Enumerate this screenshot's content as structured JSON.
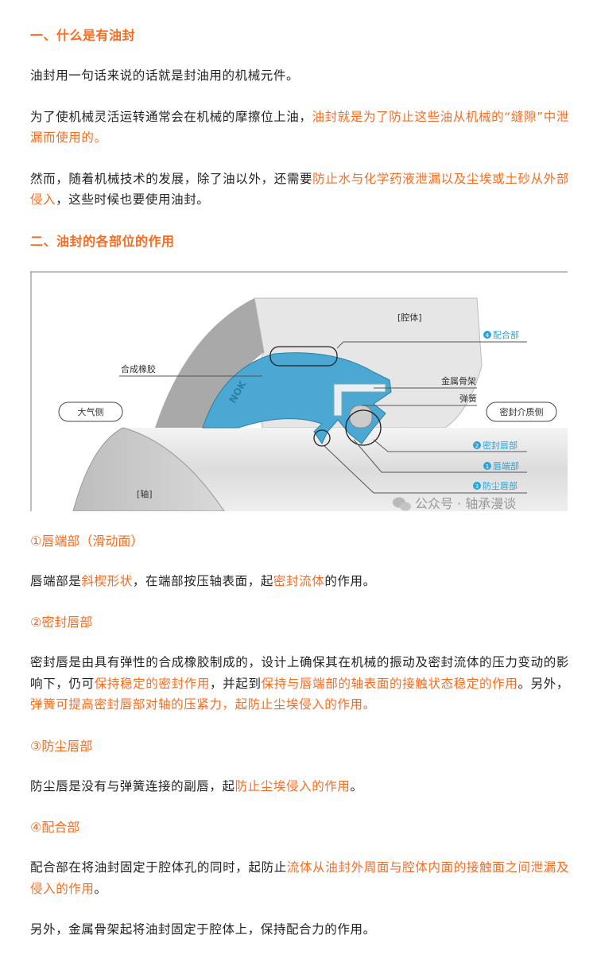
{
  "section1": {
    "heading": "一、什么是有油封",
    "paragraphs": [
      [
        {
          "t": "油封用一句话来说的话就是封油用的机械元件。",
          "hl": false
        }
      ],
      [
        {
          "t": "为了使机械灵活运转通常会在机械的摩擦位上油，",
          "hl": false
        },
        {
          "t": "油封就是为了防止这些油从机械的“缝隙”中泄漏而使用的。",
          "hl": true
        }
      ],
      [
        {
          "t": "然而，随着机械技术的发展，除了油以外，还需要",
          "hl": false
        },
        {
          "t": "防止水与化学药液泄漏以及尘埃或土砂从外部侵入",
          "hl": true
        },
        {
          "t": "，这些时候也要使用油封。",
          "hl": false
        }
      ]
    ]
  },
  "section2": {
    "heading": "二、油封的各部位的作用",
    "diagram": {
      "housing": "[腔体]",
      "shaft": "[轴]",
      "atmosphere_side": "大气侧",
      "medium_side": "密封介质侧",
      "rubber": "合成橡胶",
      "metal_case": "金属骨架",
      "spring": "弹簧",
      "brand_mark": "NOK",
      "parts": [
        {
          "num": "4",
          "label": "配合部"
        },
        {
          "num": "2",
          "label": "密封唇部"
        },
        {
          "num": "1",
          "label": "唇端部"
        },
        {
          "num": "3",
          "label": "防尘唇部"
        }
      ],
      "watermark": "公众号 · 轴承漫谈",
      "colors": {
        "seal": "#4aa8d2",
        "accent": "#2ba4d9"
      }
    },
    "items": [
      {
        "title": "①唇端部（滑动面）",
        "paragraphs": [
          [
            {
              "t": "唇端部是",
              "hl": false
            },
            {
              "t": "斜楔形状",
              "hl": true
            },
            {
              "t": "，在端部按压轴表面，起",
              "hl": false
            },
            {
              "t": "密封流体",
              "hl": true
            },
            {
              "t": "的作用。",
              "hl": false
            }
          ]
        ]
      },
      {
        "title": "②密封唇部",
        "paragraphs": [
          [
            {
              "t": "密封唇是由具有弹性的合成橡胶制成的，设计上确保其在机械的振动及密封流体的压力变动的影响下，仍可",
              "hl": false
            },
            {
              "t": "保持稳定的密封作用",
              "hl": true
            },
            {
              "t": "，并起到",
              "hl": false
            },
            {
              "t": "保持与唇端部的轴表面的接触状态稳定的作用",
              "hl": true
            },
            {
              "t": "。另外，",
              "hl": false
            },
            {
              "t": "弹簧可提高密封唇部对轴的压紧力，起防止尘埃侵入的作用。",
              "hl": true
            }
          ]
        ]
      },
      {
        "title": "③防尘唇部",
        "paragraphs": [
          [
            {
              "t": "防尘唇是没有与弹簧连接的副唇，起",
              "hl": false
            },
            {
              "t": "防止尘埃侵入的作用",
              "hl": true
            },
            {
              "t": "。",
              "hl": false
            }
          ]
        ]
      },
      {
        "title": "④配合部",
        "paragraphs": [
          [
            {
              "t": "配合部在将油封固定于腔体孔的同时，起防止",
              "hl": false
            },
            {
              "t": "流体从油封外周面与腔体内面的接触面之间泄漏及侵入的作用",
              "hl": true
            },
            {
              "t": "。",
              "hl": false
            }
          ],
          [
            {
              "t": "另外，金属骨架起将油封固定于腔体上，保持配合力的作用。",
              "hl": false
            }
          ]
        ]
      }
    ]
  },
  "colors": {
    "accent": "#fa6b1f",
    "text": "#222222"
  }
}
